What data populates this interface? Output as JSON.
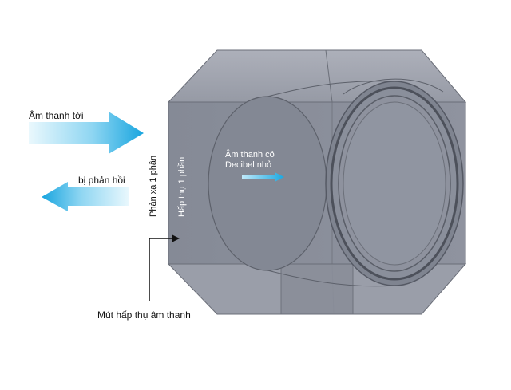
{
  "labels": {
    "incoming_sound": "Âm thanh tới",
    "reflected": "bị phản hồi",
    "partial_reflection": "Phản xạ 1 phần",
    "partial_absorption": "Hấp thụ 1 phần",
    "low_db_line1": "Âm thanh có",
    "low_db_line2": "Decibel nhỏ",
    "foam": "Mút hấp thụ âm thanh"
  },
  "colors": {
    "arrow_light": "#eaf7fd",
    "arrow_mid": "#7fd0f0",
    "arrow_dark": "#1aa7e0",
    "block_face": "#8c919d",
    "block_top": "#a3a7b2",
    "block_edge": "#5d616b"
  }
}
